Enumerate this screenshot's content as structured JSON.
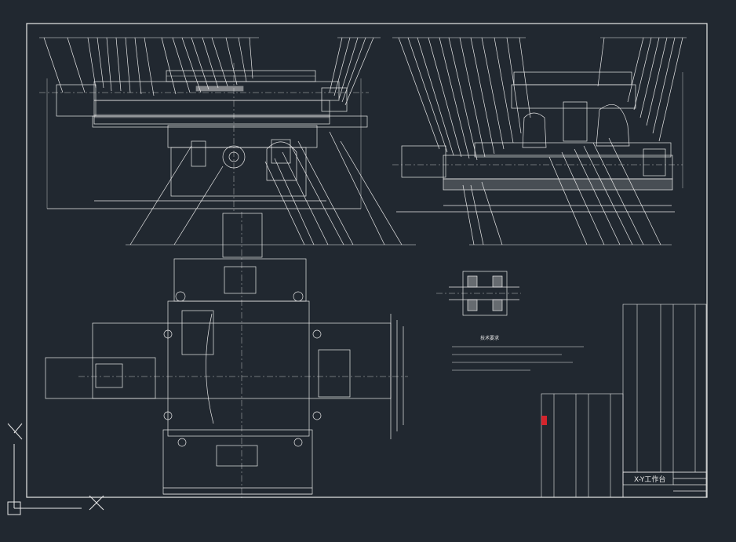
{
  "drawing": {
    "title_block": {
      "drawing_title": "X-Y工作台"
    },
    "technical_requirements": {
      "heading": "技术要求"
    },
    "ucs_icon": {
      "x_label": "X",
      "y_label": "Y"
    }
  },
  "colors": {
    "background": "#212830",
    "line": "#e8e8e8",
    "highlight": "#d4242c"
  }
}
